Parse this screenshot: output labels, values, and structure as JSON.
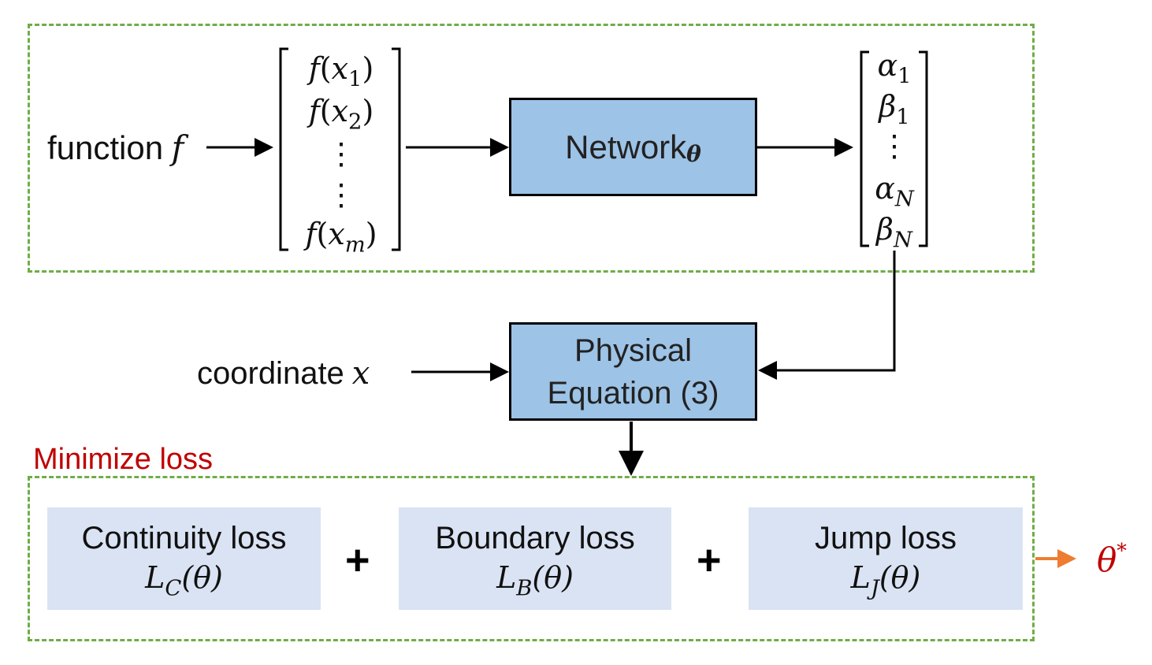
{
  "input": {
    "function_label": "function",
    "function_symbol": "f"
  },
  "input_vector": {
    "entries": [
      {
        "fn": "f",
        "open": "(",
        "var": "x",
        "sub": "1",
        "close": ")"
      },
      {
        "fn": "f",
        "open": "(",
        "var": "x",
        "sub": "2",
        "close": ")"
      },
      {
        "fn": "f",
        "open": "(",
        "var": "x",
        "sub": "m",
        "close": ")"
      }
    ],
    "dots": "⋮"
  },
  "network": {
    "label": "Network",
    "param": "θ"
  },
  "output_vector": {
    "entries": [
      {
        "sym": "α",
        "sub": "1"
      },
      {
        "sym": "β",
        "sub": "1"
      },
      {
        "sym": "α",
        "sub": "N"
      },
      {
        "sym": "β",
        "sub": "N"
      }
    ],
    "dots": "⋮"
  },
  "coordinate": {
    "label": "coordinate",
    "symbol": "x"
  },
  "physical_equation": {
    "line1": "Physical",
    "line2": "Equation (3)"
  },
  "minimize_label": "Minimize loss",
  "losses": [
    {
      "title": "Continuity loss",
      "symbol": "L",
      "sub": "C",
      "arg": "(θ)"
    },
    {
      "title": "Boundary loss",
      "symbol": "L",
      "sub": "B",
      "arg": "(θ)"
    },
    {
      "title": "Jump loss",
      "symbol": "L",
      "sub": "J",
      "arg": "(θ)"
    }
  ],
  "plus_sign": "+",
  "result": {
    "symbol": "θ",
    "sup": "*"
  },
  "colors": {
    "frame": "#70ad47",
    "box_fill": "#9dc3e6",
    "loss_fill": "#dae3f3",
    "minimize_text": "#c00000",
    "result_arrow": "#ed7d31",
    "result_text": "#c00000"
  }
}
